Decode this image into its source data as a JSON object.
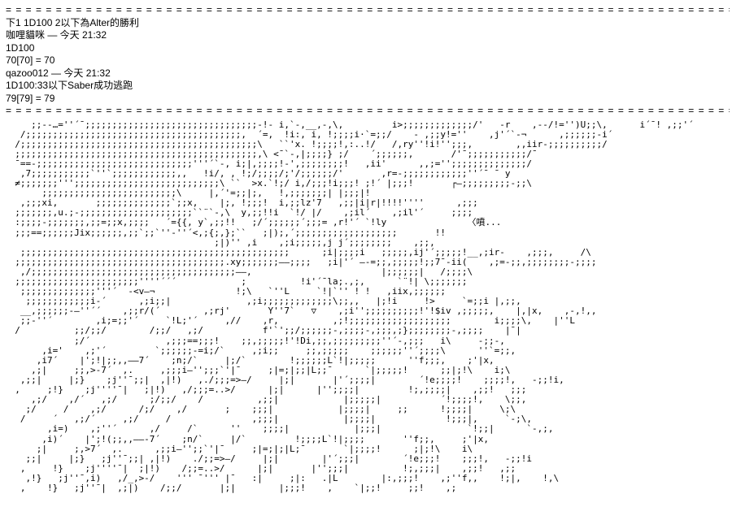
{
  "colors": {
    "text": "#000000",
    "background": "#ffffff"
  },
  "log": {
    "divider": "= = = = = = = = = = = = = = = = = = = = = = = = = = = = = = = = = = = = = = = = = = = = = = = = = = = = = = = = = = = = = = = = = = = = = = = = = = = = = = = = = = = = = = = = = =",
    "lines": [
      "下1 1D100 2以下為Alter的勝利",
      "咖哩貓咪 — 今天 21:32",
      "1D100",
      "70[70] = 70",
      "qazoo012 — 今天 21:32",
      "1D100:33以下Saber成功逃跑",
      "79[79] = 79"
    ]
  },
  "aa": {
    "speech_bubble": "〈噴...",
    "lines": [
      "     ;;-‐…=''´¯;;;;;;;;;;;;;;;;;;;;;;;;;;;;;;;;-!- i,`-,__,-,\\,         i>;;;;;;;;;;;;;/'   ‐r    ,-‐/!='')U;;\\,      i´¯! ,;;'´",
      "   /;;;;;;;;;;;;;;;;;;;;;;;;;;;;;;;;;;;;;;;;,  ´=,  !i:, i, !;;;;i·`=;;/    - ,;;y!=''    ,j'´`‐¬      ,;;;;;;‐i´",
      "  /;;;;;;;;;;;;;;;;;;;;;;;;;;;;;;;;;;;;;;;;;;;;\\   ``'x. !;;;;!,:..!/   /,ry''!i!'';;;,        ,,iir‐;;;;;;;;;;/",
      "  ;;;;;;;;;;;;;;;;;;;;;;;;;;;;;;;;;;;;;;;;;;;;;,\\ <¯`-,|;;;;} ;/    ´;;;;;;,       /'¯;;;;;;;;;;;/¯",
      "  ¯==‐;;;;;;;;;;;;;;;;;;;;;;;;;;;;;'''´`-, i;|,;;;;!-',;;;;;;;;!   ,ii'      ,,;='';;;;;;;;;;;;;;/",
      "   ,7;;;;;;;;;;;`''`;;;;;;;;;;;;,,   !i/, , !;/;;;;/;'/;;;;;;/'       ,r=‐;;;;;;;;;;;;''´¯ ¯ y",
      "  ≠;;;;;;;''';;;;;;;;;;;;;;;;;;;;;;;;;;;\\ ``  >x.`!;/ i,/;;;!i;;;! ;!´ |;;;!       ┌―;;;;;;;;;‐;;\\",
      "       ;;;;;;;;;;;;;;;;;;;;;;;;;\\     |,´'=;;|;,   !,;;;;;;;| |;;;|!",
      "   ,;;;xi,       ;;;;;;;;;;;;;;`;;x,    |;, !;;;!  i,;;lz'7   ,;;|i|r|!!!!''''      ,;;;",
      "  ;;;;;;;,u.;‐;;;;;;;;;;;;;;;;;;;;;``¨`-,\\  y,;;!!i  `!/ |/    ,;il´    ,;il'´     ;;;;",
      "  :;;;;‐;;;;;;;,;;=;;x,;;;;   ´={{, y`,;;!!   ;/´;;;;;;´;;;= ,r!'´ `!ly               〈噴...",
      "  ;;;==;;;;;;Jix;;;;;;,;;`;;`''‐''´<,;{;,};``   ;|);,´;;;;;;;;;;;;;;;;;;;       !!",
      "                                       ;|)'' ,i    ,;i;;;;;,j j´;;;;;;;;    ,;;,",
      "   ;;;;;;;;;;;;;;;;;;;;;;;;;;;;;;;;;;;;;;;;;;;;;;;;;;      ;i|;;;;i   ;;;;;,ij'´;;;;;!__,;ir‐    ,;;;,     /\\",
      "  ;;;;;;;;;;;;;;;;;;;;;;;;;;;;;;;;;;;;;;;.xy;;;;;;;――;;;;   ;i|'´ ―‐=;;,;;;;;!;;7¯‐ii(    ,;=‐;;,;;;;;;;;‐;;;;",
      "   ,/;;;;;;;;;;;;;;;;;;;;;;;;;;;;;;;;;;;;;;――,                        |;;;;;;|   /;;;;\\",
      "  ;;;;;;;;;;;;;;;;;;;;;;;''''´´´            ;          !i'´¯la;.,;,      `¨!| \\;;;;;;;",
      "   ;;;;;;;;;;;;;;'''´  ‐<v―¬               !;\\   `''L     `!|`'' ! !   ,iix,;;;;;;",
      "    ;;;;;;;;;;;;i‐´      ,;i;;|              ,;i;;;;;;;;;;;;;\\;;,,   |;!i     !>     `=;;i |,;;,",
      "   __,;;;;;;-―''´´    ,;;r/(´        ,;rj'       Y''7`   ▽    ,;i'';;;;;;;;;;!'!$iv ,;;;;;,    |,|x,    ,-,!,,",
      "   ;;‐''´        ,i;=;;'´     `!L;'´     ,//    ,r,          ,;!;;;;;;;;;;;;;;;;;;;        i;;;;\\,    |''L",
      "  /          ;;/;;/        /;;/   ,;/           f'`';;/;;;;;;-,;;;;‐,;;;,;};;;;;;;;-,;;;;    |¯|",
      "             ;/´              ,;;;==;;;!    ;;,;;;;;!'!Di,;;,;;;;;;;;;''´‐,;;;   i\\     -;;-,",
      "       ,i='    ,;'´         `;;;;;;‐=i;/`     ,;i;;     ;;,;;;;;    ;;;;;;''´;;;;\\      ''`=;;,",
      "      ,i7´    |';!|;;,,――7´    ;n;/`     |;/`        !;;;;;;L`!|;;;;;      ''f;;;,    ;'|x,",
      "     ,;|     ;;,>-7´  ,.     ,;;;i―'';;;`'|¯     ;|=;|;;|L;;¯      `|;;;;;!      ;;|;!\\    i;\\",
      "   ,;;|     |;}    ;j''¯;;|  ,|!)   ,./;;;=>―/     |;|       |'´;;;;|        ´!e;;;;!    ;;;;!,   -;;!i,",
      "  ,     ;!}    ;j''''¯|   ;|!)   ,/;;;=..>/      |;|      |'';;;;|         !;,;;;;|    ,;;!   ;;;",
      "     ,;/    ,/´   ,;/      ;/;;/    /          ,;;|            |;;;;;|           ´!;;;;!,    \\;;,",
      "    ;/     /    ,;/      /;/    ,/       ;    ;;;|            |;;;;|     ;;      !;;;;|     \\;\\",
      "   /     ´   ,;/´     ,;/     /               ,;;;|            |;;;;|             !;;;|,     `-;\\,",
      "        ,i=)    ,;''´      ,/     /`      ''    ;;;;|            |;;;|                `!;;|      `-,;,",
      "       ,i)´    |';!(;;,,――-7´    ;n/`     |/`         !;;;;L`!|;;;;       ''f;;,     ;'|x,",
      "      ;|     ;,>7´  ,.      ,;;i―'';;`'|¯     ;|=;|;|L;¯       `|;;;;!      ;|;!\\    i\\",
      "    ;;|     |;}   ;j''¯;;| ,|!)    ./;;=>―/     |;|        |'´;;;|        ´!e;;;!    ;;;!,   -;;!i",
      "   ,     !}    ;j''''¯|  ;|!)    /;;=..>/      |;|       |'';;;|          !;,;;;|    ,;;!   ,;;",
      "    ,!}   ;j''¯,i)   ,/_,>-/    ''' ¯''' |¯   :|     ;|:   .|L        |:,;;;!    ,;''f,,    !;|,    !,\\",
      "   ,    !}   ;j''¯|  ,;|)    /;;/       |;|        |;;;!    ,    `|;;!     ;;!    ,;"
    ]
  }
}
